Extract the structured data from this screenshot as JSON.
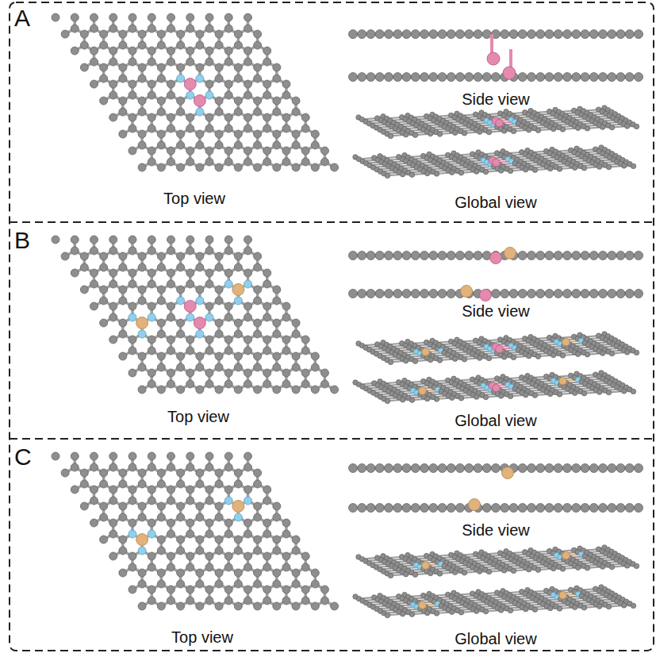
{
  "diagram": {
    "nodes": [
      {
        "text": [
          "A",
          "Top view",
          "Side view",
          "Global view"
        ]
      },
      {
        "text": [
          "B",
          "Top view",
          "Side view",
          "Global view"
        ]
      },
      {
        "text": [
          "C",
          "Top view",
          "Side view",
          "Global view"
        ]
      }
    ]
  }
}
